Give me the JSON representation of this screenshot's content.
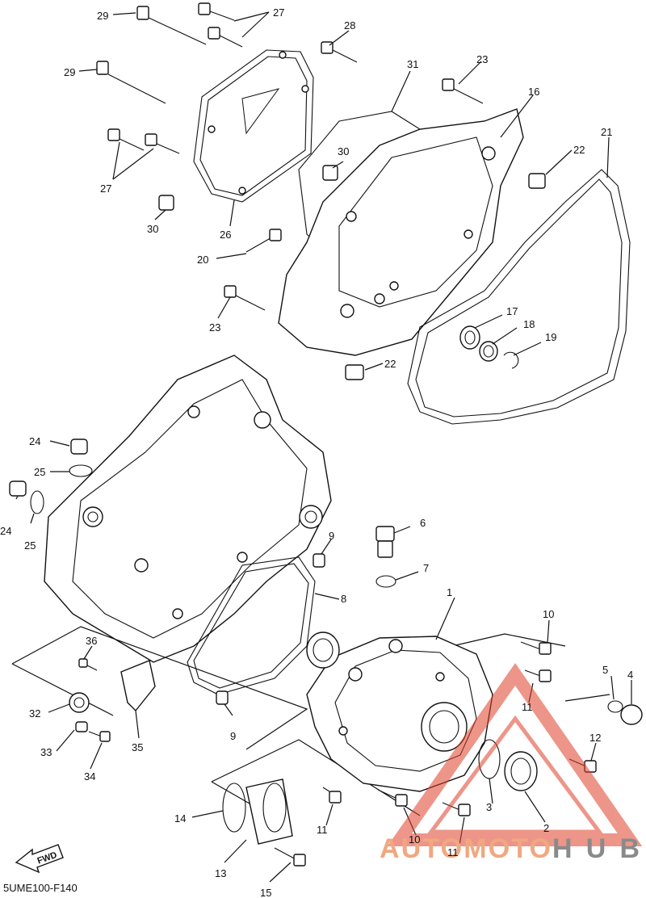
{
  "diagram": {
    "parts": [
      {
        "id": "p1",
        "label": "1"
      },
      {
        "id": "p2",
        "label": "2"
      },
      {
        "id": "p3",
        "label": "3"
      },
      {
        "id": "p4",
        "label": "4"
      },
      {
        "id": "p5",
        "label": "5"
      },
      {
        "id": "p6",
        "label": "6"
      },
      {
        "id": "p7",
        "label": "7"
      },
      {
        "id": "p8",
        "label": "8"
      },
      {
        "id": "p9a",
        "label": "9"
      },
      {
        "id": "p9b",
        "label": "9"
      },
      {
        "id": "p10a",
        "label": "10"
      },
      {
        "id": "p10b",
        "label": "10"
      },
      {
        "id": "p11a",
        "label": "11"
      },
      {
        "id": "p11b",
        "label": "11"
      },
      {
        "id": "p11c",
        "label": "11"
      },
      {
        "id": "p12",
        "label": "12"
      },
      {
        "id": "p13",
        "label": "13"
      },
      {
        "id": "p14",
        "label": "14"
      },
      {
        "id": "p15",
        "label": "15"
      },
      {
        "id": "p16",
        "label": "16"
      },
      {
        "id": "p17",
        "label": "17"
      },
      {
        "id": "p18",
        "label": "18"
      },
      {
        "id": "p19",
        "label": "19"
      },
      {
        "id": "p20",
        "label": "20"
      },
      {
        "id": "p21",
        "label": "21"
      },
      {
        "id": "p22a",
        "label": "22"
      },
      {
        "id": "p22b",
        "label": "22"
      },
      {
        "id": "p23a",
        "label": "23"
      },
      {
        "id": "p23b",
        "label": "23"
      },
      {
        "id": "p24a",
        "label": "24"
      },
      {
        "id": "p24b",
        "label": "24"
      },
      {
        "id": "p25a",
        "label": "25"
      },
      {
        "id": "p25b",
        "label": "25"
      },
      {
        "id": "p26",
        "label": "26"
      },
      {
        "id": "p27a",
        "label": "27"
      },
      {
        "id": "p27b",
        "label": "27"
      },
      {
        "id": "p28",
        "label": "28"
      },
      {
        "id": "p29a",
        "label": "29"
      },
      {
        "id": "p29b",
        "label": "29"
      },
      {
        "id": "p30a",
        "label": "30"
      },
      {
        "id": "p30b",
        "label": "30"
      },
      {
        "id": "p31",
        "label": "31"
      },
      {
        "id": "p32",
        "label": "32"
      },
      {
        "id": "p33",
        "label": "33"
      },
      {
        "id": "p34",
        "label": "34"
      },
      {
        "id": "p35",
        "label": "35"
      },
      {
        "id": "p36",
        "label": "36"
      }
    ],
    "diagram_code": "5UME100-F140",
    "fwd_label": "FWD"
  },
  "watermark": {
    "text_red": "AUTOMOTO",
    "text_gray": "HUB",
    "color_red": "#e0402a",
    "color_gray": "#8a8a8a"
  }
}
